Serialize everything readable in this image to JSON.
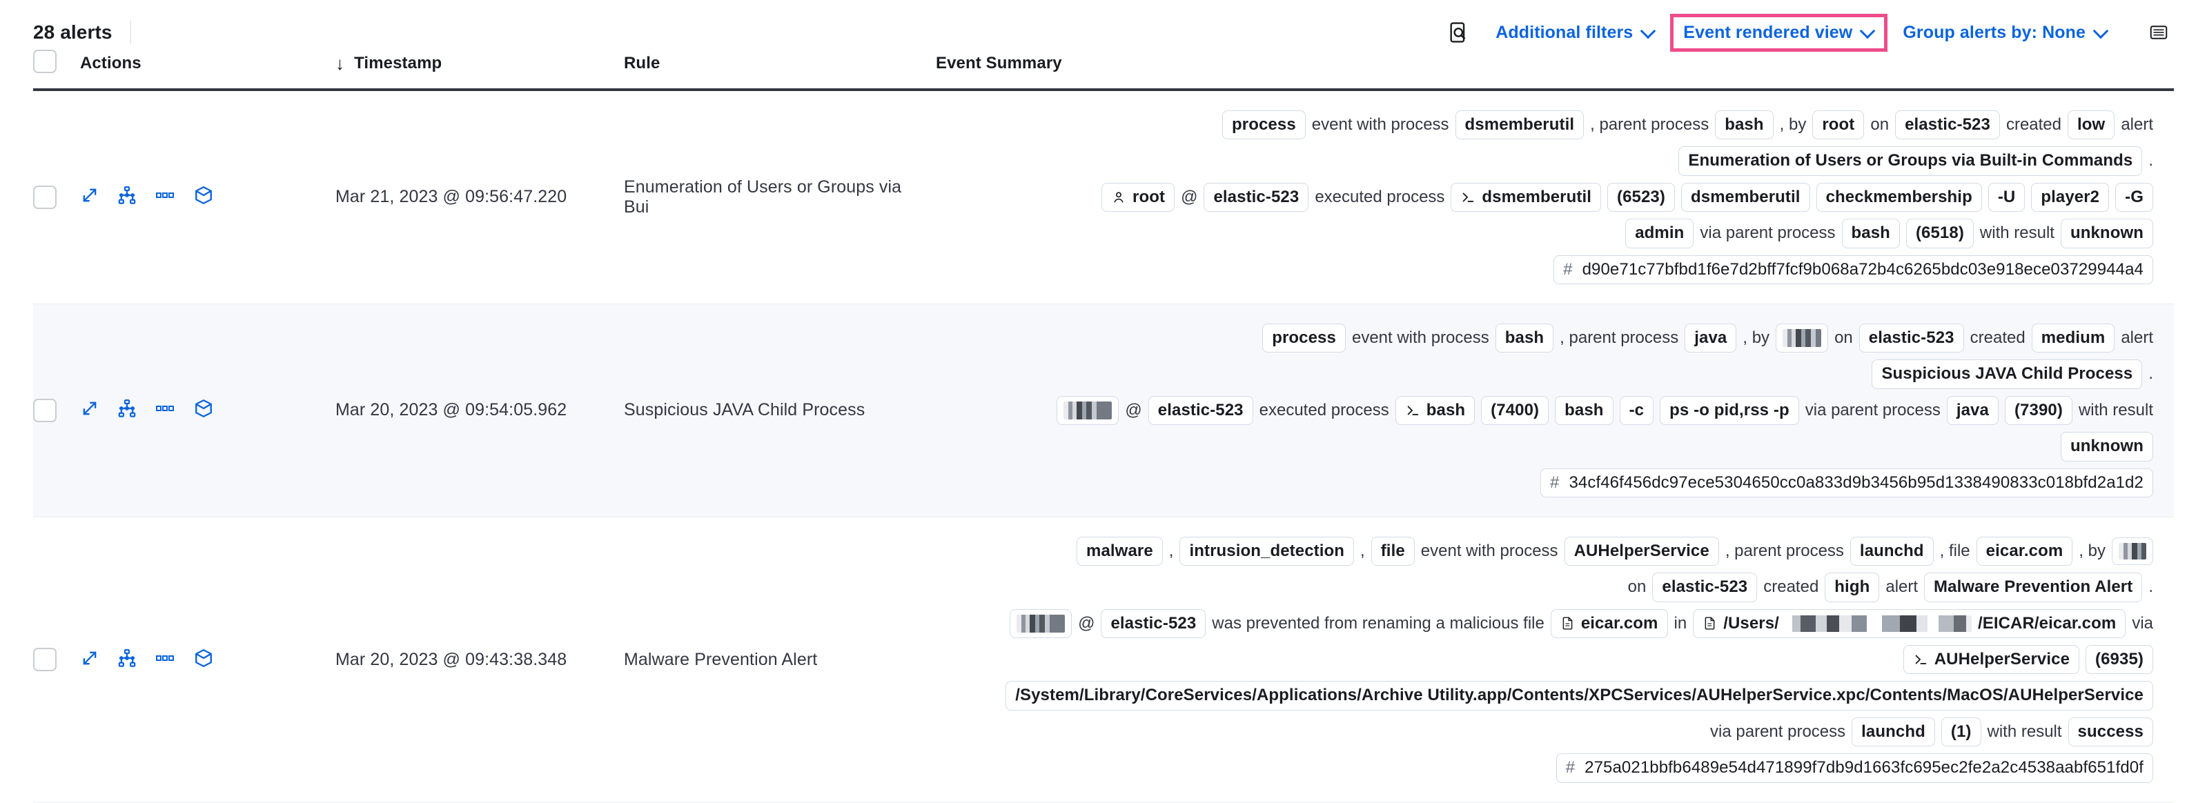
{
  "toolbar": {
    "alert_count": "28 alerts",
    "inspect_icon": "inspect-query-icon",
    "additional_filters": "Additional filters",
    "event_rendered_view": "Event rendered view",
    "group_alerts_by": "Group alerts by: None",
    "keyboard_icon": "keyboard-shortcuts-icon",
    "highlight_color": "#ee4c8b",
    "link_color": "#0b64dd"
  },
  "table": {
    "headers": {
      "select_all": "select-all-checkbox",
      "actions": "Actions",
      "timestamp": "Timestamp",
      "sort_arrow": "↓",
      "rule": "Rule",
      "event_summary": "Event Summary"
    },
    "row_action_icons": [
      "expand-icon",
      "analyze-session-icon",
      "more-actions-icon",
      "cases-icon"
    ],
    "rows": [
      {
        "timestamp": "Mar 21, 2023 @ 09:56:47.220",
        "rule": "Enumeration of Users or Groups via Bui",
        "summary_lines": [
          [
            {
              "t": "pill",
              "v": "process"
            },
            {
              "t": "txt",
              "v": "event with process"
            },
            {
              "t": "pill",
              "v": "dsmemberutil"
            },
            {
              "t": "txt",
              "v": ", parent process"
            },
            {
              "t": "pill",
              "v": "bash"
            },
            {
              "t": "txt",
              "v": ", by"
            },
            {
              "t": "pill",
              "v": "root"
            },
            {
              "t": "txt",
              "v": "on"
            },
            {
              "t": "pill",
              "v": "elastic-523"
            },
            {
              "t": "txt",
              "v": "created"
            },
            {
              "t": "pill",
              "v": "low"
            },
            {
              "t": "txt",
              "v": "alert"
            }
          ],
          [
            {
              "t": "pill",
              "v": "Enumeration of Users or Groups via Built-in Commands"
            },
            {
              "t": "txt",
              "v": "."
            }
          ],
          [
            {
              "t": "pill",
              "v": "root",
              "icon": "user-icon"
            },
            {
              "t": "txt",
              "v": "@"
            },
            {
              "t": "pill",
              "v": "elastic-523"
            },
            {
              "t": "txt",
              "v": "executed process"
            },
            {
              "t": "pill",
              "v": "dsmemberutil",
              "icon": "console-icon"
            },
            {
              "t": "pill",
              "v": "(6523)"
            },
            {
              "t": "pill",
              "v": "dsmemberutil"
            },
            {
              "t": "pill",
              "v": "checkmembership"
            },
            {
              "t": "pill",
              "v": "-U"
            },
            {
              "t": "pill",
              "v": "player2"
            },
            {
              "t": "pill",
              "v": "-G"
            }
          ],
          [
            {
              "t": "pill",
              "v": "admin"
            },
            {
              "t": "txt",
              "v": "via parent process"
            },
            {
              "t": "pill",
              "v": "bash"
            },
            {
              "t": "pill",
              "v": "(6518)"
            },
            {
              "t": "txt",
              "v": "with result"
            },
            {
              "t": "pill",
              "v": "unknown"
            }
          ],
          [
            {
              "t": "hash",
              "v": "d90e71c77bfbd1f6e7d2bff7fcf9b068a72b4c6265bdc03e918ece03729944a4"
            }
          ]
        ]
      },
      {
        "timestamp": "Mar 20, 2023 @ 09:54:05.962",
        "rule": "Suspicious JAVA Child Process",
        "summary_lines": [
          [
            {
              "t": "pill",
              "v": "process"
            },
            {
              "t": "txt",
              "v": "event with process"
            },
            {
              "t": "pill",
              "v": "bash"
            },
            {
              "t": "txt",
              "v": ", parent process"
            },
            {
              "t": "pill",
              "v": "java"
            },
            {
              "t": "txt",
              "v": ", by"
            },
            {
              "t": "redact",
              "v": ""
            },
            {
              "t": "txt",
              "v": "on"
            },
            {
              "t": "pill",
              "v": "elastic-523"
            },
            {
              "t": "txt",
              "v": "created"
            },
            {
              "t": "pill",
              "v": "medium"
            },
            {
              "t": "txt",
              "v": "alert"
            }
          ],
          [
            {
              "t": "pill",
              "v": "Suspicious JAVA Child Process"
            },
            {
              "t": "txt",
              "v": "."
            }
          ],
          [
            {
              "t": "redact2",
              "v": ""
            },
            {
              "t": "txt",
              "v": "@"
            },
            {
              "t": "pill",
              "v": "elastic-523"
            },
            {
              "t": "txt",
              "v": "executed process"
            },
            {
              "t": "pill",
              "v": "bash",
              "icon": "console-icon"
            },
            {
              "t": "pill",
              "v": "(7400)"
            },
            {
              "t": "pill",
              "v": "bash"
            },
            {
              "t": "pill",
              "v": "-c"
            },
            {
              "t": "pill",
              "v": "ps -o pid,rss -p"
            },
            {
              "t": "txt",
              "v": "via parent process"
            },
            {
              "t": "pill",
              "v": "java"
            },
            {
              "t": "pill",
              "v": "(7390)"
            },
            {
              "t": "txt",
              "v": "with result"
            }
          ],
          [
            {
              "t": "pill",
              "v": "unknown"
            }
          ],
          [
            {
              "t": "hash",
              "v": "34cf46f456dc97ece5304650cc0a833d9b3456b95d1338490833c018bfd2a1d2"
            }
          ]
        ]
      },
      {
        "timestamp": "Mar 20, 2023 @ 09:43:38.348",
        "rule": "Malware Prevention Alert",
        "summary_lines": [
          [
            {
              "t": "pill",
              "v": "malware"
            },
            {
              "t": "txt",
              "v": ","
            },
            {
              "t": "pill",
              "v": "intrusion_detection"
            },
            {
              "t": "txt",
              "v": ","
            },
            {
              "t": "pill",
              "v": "file"
            },
            {
              "t": "txt",
              "v": "event with process"
            },
            {
              "t": "pill",
              "v": "AUHelperService"
            },
            {
              "t": "txt",
              "v": ", parent process"
            },
            {
              "t": "pill",
              "v": "launchd"
            },
            {
              "t": "txt",
              "v": ", file"
            },
            {
              "t": "pill",
              "v": "eicar.com"
            },
            {
              "t": "txt",
              "v": ", by"
            },
            {
              "t": "redact3",
              "v": ""
            }
          ],
          [
            {
              "t": "txt",
              "v": "on"
            },
            {
              "t": "pill",
              "v": "elastic-523"
            },
            {
              "t": "txt",
              "v": "created"
            },
            {
              "t": "pill",
              "v": "high"
            },
            {
              "t": "txt",
              "v": "alert"
            },
            {
              "t": "pill",
              "v": "Malware Prevention Alert"
            },
            {
              "t": "txt",
              "v": "."
            }
          ],
          [
            {
              "t": "redact2",
              "v": ""
            },
            {
              "t": "txt",
              "v": "@"
            },
            {
              "t": "pill",
              "v": "elastic-523"
            },
            {
              "t": "txt",
              "v": "was prevented from renaming a malicious file"
            },
            {
              "t": "pill",
              "v": "eicar.com",
              "icon": "file-icon"
            },
            {
              "t": "txt",
              "v": "in"
            },
            {
              "t": "pathpill",
              "pre": "/Users/",
              "post": "/EICAR/eicar.com",
              "icon": "file-icon"
            },
            {
              "t": "txt",
              "v": "via"
            }
          ],
          [
            {
              "t": "pill",
              "v": "AUHelperService",
              "icon": "console-icon"
            },
            {
              "t": "pill",
              "v": "(6935)"
            }
          ],
          [
            {
              "t": "pill",
              "v": "/System/Library/CoreServices/Applications/Archive Utility.app/Contents/XPCServices/AUHelperService.xpc/Contents/MacOS/AUHelperService"
            }
          ],
          [
            {
              "t": "txt",
              "v": "via parent process"
            },
            {
              "t": "pill",
              "v": "launchd"
            },
            {
              "t": "pill",
              "v": "(1)"
            },
            {
              "t": "txt",
              "v": "with result"
            },
            {
              "t": "pill",
              "v": "success"
            }
          ],
          [
            {
              "t": "hash",
              "v": "275a021bbfb6489e54d471899f7db9d1663fc695ec2fe2a2c4538aabf651fd0f"
            }
          ]
        ]
      }
    ]
  }
}
